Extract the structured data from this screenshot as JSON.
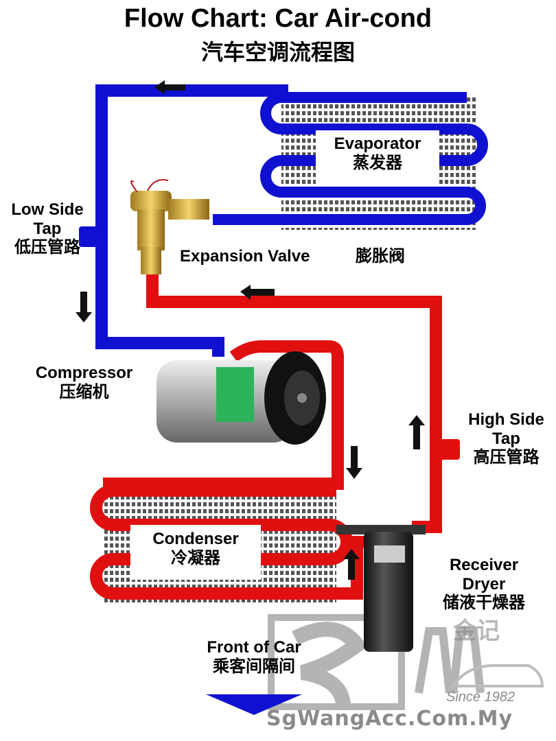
{
  "title": "Flow Chart: Car Air-cond",
  "title_zh": "汽车空调流程图",
  "components": {
    "evaporator": {
      "label": "Evaporator",
      "label_zh": "蒸发器"
    },
    "expansion_valve": {
      "label": "Expansion Valve",
      "label_zh": "膨胀阀"
    },
    "low_side_tap": {
      "label_line1": "Low Side",
      "label_line2": "Tap",
      "label_zh": "低压管路"
    },
    "compressor": {
      "label": "Compressor",
      "label_zh": "压缩机"
    },
    "high_side_tap": {
      "label_line1": "High Side",
      "label_line2": "Tap",
      "label_zh": "高压管路"
    },
    "condenser": {
      "label": "Condenser",
      "label_zh": "冷凝器"
    },
    "receiver_dryer": {
      "label_line1": "Receiver",
      "label_line2": "Dryer",
      "label_zh": "储液干燥器"
    },
    "front_of_car": {
      "label": "Front of Car",
      "label_zh": "乘客间隔间"
    }
  },
  "colors": {
    "low_pressure": "#1010d0",
    "high_pressure": "#e01010",
    "arrow": "#111111"
  },
  "watermark": {
    "since": "Since 1982",
    "site": "SgWangAcc.Com.My",
    "logo_zh": "金记"
  }
}
